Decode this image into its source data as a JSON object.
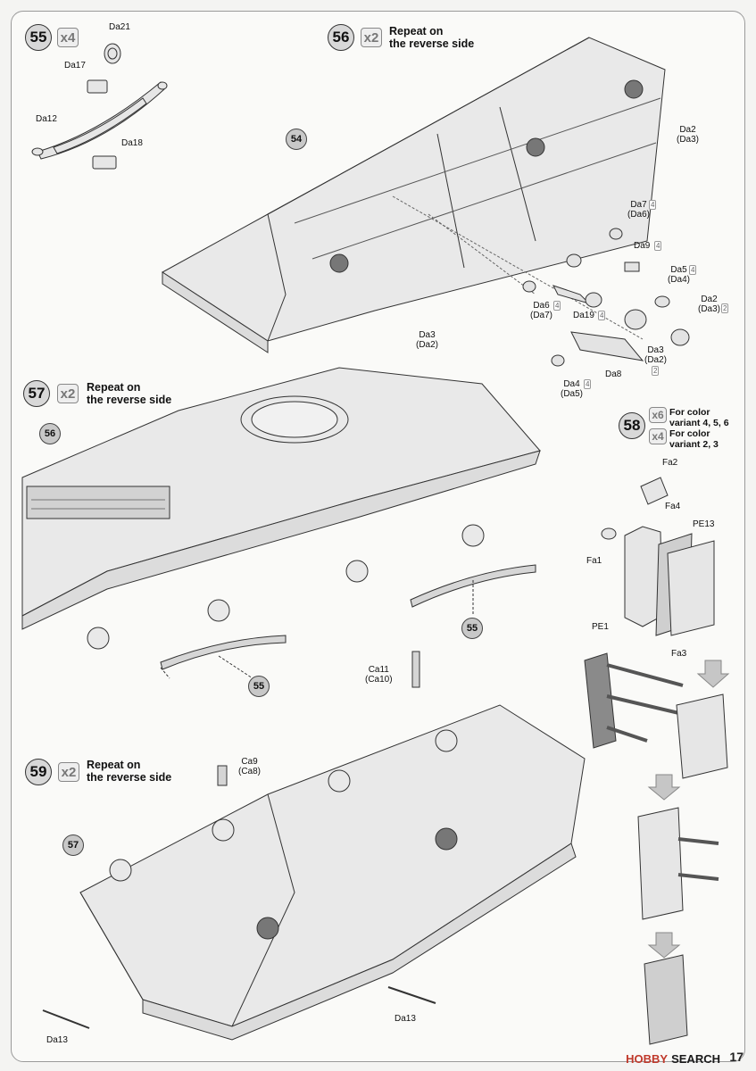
{
  "steps": {
    "s55": {
      "number": "55",
      "multiplier": "x4",
      "parts": {
        "a": "Da21",
        "b": "Da17",
        "c": "Da12",
        "d": "Da18"
      }
    },
    "s56": {
      "number": "56",
      "multiplier": "x2",
      "note": [
        "Repeat on",
        "the reverse side"
      ],
      "sub": "54",
      "parts": {
        "da2": [
          "Da2",
          "(Da3)"
        ],
        "da3": [
          "Da3",
          "(Da2)"
        ],
        "da7": [
          "Da7",
          "(Da6)"
        ],
        "da9": "Da9",
        "da5": [
          "Da5",
          "(Da4)"
        ],
        "da2b": [
          "Da2",
          "(Da3)"
        ],
        "da6": [
          "Da6",
          "(Da7)"
        ],
        "da19": "Da19",
        "da3b": [
          "Da3",
          "(Da2)"
        ],
        "da4": [
          "Da4",
          "(Da5)"
        ],
        "da8": "Da8"
      },
      "qty": {
        "da7": "4",
        "da9": "4",
        "da5": "4",
        "da2b": "2",
        "da6": "4",
        "da19": "4",
        "da3b": "2",
        "da4": "4"
      }
    },
    "s57": {
      "number": "57",
      "multiplier": "x2",
      "note": [
        "Repeat on",
        "the reverse side"
      ],
      "sub": "56",
      "sub_leaf_a": "55",
      "sub_leaf_b": "55"
    },
    "s58": {
      "number": "58",
      "variants": [
        {
          "multiplier": "x6",
          "text": [
            "For color",
            "variant 4, 5, 6"
          ]
        },
        {
          "multiplier": "x4",
          "text": [
            "For color",
            "variant 2, 3"
          ]
        }
      ],
      "parts": {
        "fa2": "Fa2",
        "fa4": "Fa4",
        "pe13": "PE13",
        "fa1": "Fa1",
        "fa3": "Fa3",
        "pe1": "PE1"
      }
    },
    "s59": {
      "number": "59",
      "multiplier": "x2",
      "note": [
        "Repeat on",
        "the reverse side"
      ],
      "sub": "57",
      "parts": {
        "ca11": [
          "Ca11",
          "(Ca10)"
        ],
        "ca9": [
          "Ca9",
          "(Ca8)"
        ],
        "da13a": "Da13",
        "da13b": "Da13"
      }
    }
  },
  "watermark": {
    "brand_a": "HOBBY",
    "brand_b": "SEARCH"
  },
  "page_number": "17"
}
